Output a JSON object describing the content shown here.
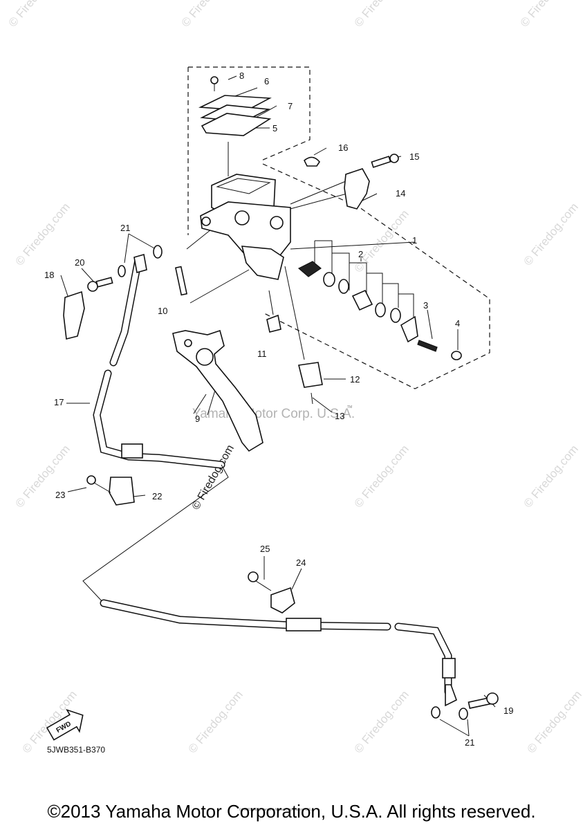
{
  "watermarks": {
    "site": "© Firedog.com",
    "vendor": "Yamaha Motor Corp. U.S.A.",
    "tm": "TM",
    "center_site": "© Firedog.com",
    "tiny_notice": "(c) 2005-2015 Yamaha Motor Corporation, U.S.A."
  },
  "diagram_code": "5JWB351-B370",
  "fwd_label": "FWD",
  "copyright": "©2013 Yamaha Motor Corporation, U.S.A. All rights reserved.",
  "callouts": {
    "c1": "1",
    "c2": "2",
    "c3": "3",
    "c4": "4",
    "c5": "5",
    "c6": "6",
    "c7": "7",
    "c8": "8",
    "c9": "9",
    "c10": "10",
    "c11": "11",
    "c12": "12",
    "c13": "13",
    "c14": "14",
    "c15": "15",
    "c16": "16",
    "c17": "17",
    "c18": "18",
    "c19": "19",
    "c20": "20",
    "c21a": "21",
    "c21b": "21",
    "c22": "22",
    "c23": "23",
    "c24": "24",
    "c25": "25"
  }
}
